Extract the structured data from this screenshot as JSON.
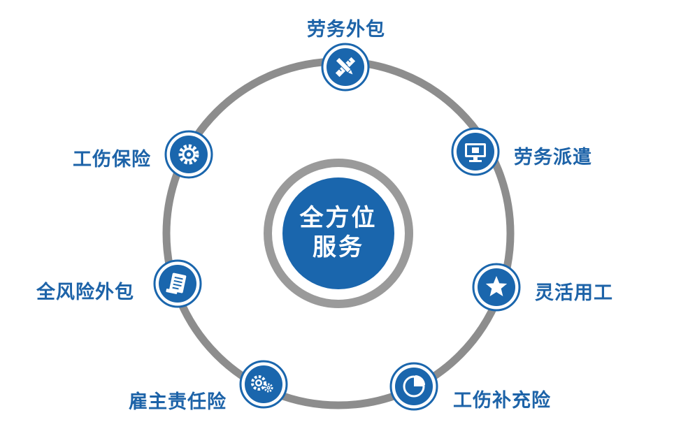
{
  "center": {
    "line1": "全方位",
    "line2": "服务"
  },
  "nodes": [
    {
      "label": "劳务外包",
      "icon": "pencil-ruler-icon"
    },
    {
      "label": "劳务派遣",
      "icon": "monitor-icon"
    },
    {
      "label": "灵活用工",
      "icon": "star-icon"
    },
    {
      "label": "工伤补充险",
      "icon": "pie-chart-icon"
    },
    {
      "label": "雇主责任险",
      "icon": "gears-icon"
    },
    {
      "label": "全风险外包",
      "icon": "document-icon"
    },
    {
      "label": "工伤保险",
      "icon": "gear-icon"
    }
  ],
  "colors": {
    "primary": "#1a66ad",
    "ring": "#8d8d8d",
    "text": "#1d63a8"
  }
}
